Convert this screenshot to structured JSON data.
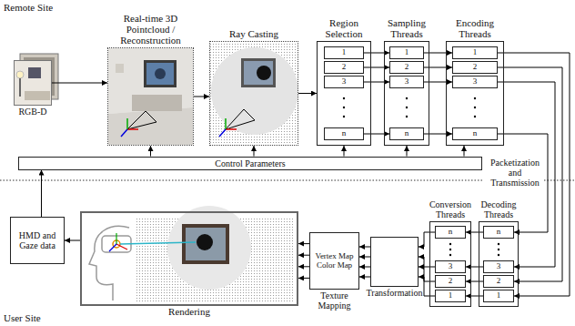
{
  "diagram": {
    "nodes": [
      {
        "text": [
          "RGB-D"
        ]
      },
      {
        "text": [
          "Real-time 3D Pointcloud / Reconstruction"
        ]
      },
      {
        "text": [
          "Ray Casting"
        ]
      },
      {
        "text": [
          "Region Selection"
        ]
      },
      {
        "text": [
          "1"
        ],
        "in": 3
      },
      {
        "text": [
          "2"
        ],
        "in": 3
      },
      {
        "text": [
          "3"
        ],
        "in": 3
      },
      {
        "text": [
          "n"
        ],
        "in": 3
      },
      {
        "text": [
          "Sampling Threads"
        ]
      },
      {
        "text": [
          "1"
        ],
        "in": 8
      },
      {
        "text": [
          "2"
        ],
        "in": 8
      },
      {
        "text": [
          "3"
        ],
        "in": 8
      },
      {
        "text": [
          "n"
        ],
        "in": 8
      },
      {
        "text": [
          "Encoding Threads"
        ]
      },
      {
        "text": [
          "1"
        ],
        "in": 13
      },
      {
        "text": [
          "2"
        ],
        "in": 13
      },
      {
        "text": [
          "3"
        ],
        "in": 13
      },
      {
        "text": [
          "n"
        ],
        "in": 13
      },
      {
        "text": [
          "Control Parameters"
        ]
      },
      {
        "text": [
          "HMD and Gaze data"
        ]
      },
      {
        "text": [
          "Rendering"
        ]
      },
      {
        "text": [
          "Vertex Map",
          "Color Map",
          "Texture Mapping"
        ]
      },
      {
        "text": [
          "Transformation"
        ]
      },
      {
        "text": [
          "Conversion Threads"
        ]
      },
      {
        "text": [
          "n"
        ],
        "in": 23
      },
      {
        "text": [
          "3"
        ],
        "in": 23
      },
      {
        "text": [
          "2"
        ],
        "in": 23
      },
      {
        "text": [
          "1"
        ],
        "in": 23
      },
      {
        "text": [
          "Decoding Threads"
        ]
      },
      {
        "text": [
          "n"
        ],
        "in": 28
      },
      {
        "text": [
          "3"
        ],
        "in": 28
      },
      {
        "text": [
          "2"
        ],
        "in": 28
      },
      {
        "text": [
          "1"
        ],
        "in": 28
      }
    ],
    "edges": [
      {
        "from": 0,
        "to": 1,
        "arrow": "to"
      },
      {
        "from": 1,
        "to": 2,
        "arrow": "to"
      },
      {
        "from": 2,
        "to": 3,
        "arrow": "to"
      },
      {
        "from": 4,
        "to": 9,
        "arrow": "to"
      },
      {
        "from": 5,
        "to": 10,
        "arrow": "to"
      },
      {
        "from": 6,
        "to": 11,
        "arrow": "to"
      },
      {
        "from": 7,
        "to": 12,
        "arrow": "to"
      },
      {
        "from": 9,
        "to": 14,
        "arrow": "to"
      },
      {
        "from": 10,
        "to": 15,
        "arrow": "to"
      },
      {
        "from": 11,
        "to": 16,
        "arrow": "to"
      },
      {
        "from": 12,
        "to": 17,
        "arrow": "to"
      },
      {
        "from": 14,
        "to": 32,
        "arrow": "to"
      },
      {
        "from": 15,
        "to": 31,
        "arrow": "to"
      },
      {
        "from": 16,
        "to": 30,
        "arrow": "to"
      },
      {
        "from": 17,
        "to": 29,
        "arrow": "to"
      },
      {
        "from": 29,
        "to": 24,
        "arrow": "to"
      },
      {
        "from": 30,
        "to": 25,
        "arrow": "to"
      },
      {
        "from": 31,
        "to": 26,
        "arrow": "to"
      },
      {
        "from": 32,
        "to": 27,
        "arrow": "to"
      },
      {
        "from": 24,
        "to": 22,
        "arrow": "to"
      },
      {
        "from": 25,
        "to": 22,
        "arrow": "to"
      },
      {
        "from": 26,
        "to": 22,
        "arrow": "to"
      },
      {
        "from": 27,
        "to": 22,
        "arrow": "to"
      },
      {
        "from": 22,
        "to": 21,
        "arrow": "to"
      },
      {
        "from": 22,
        "to": 21,
        "arrow": "to"
      },
      {
        "from": 22,
        "to": 21,
        "arrow": "to"
      },
      {
        "from": 22,
        "to": 21,
        "arrow": "to"
      },
      {
        "from": 21,
        "to": 20,
        "arrow": "to"
      },
      {
        "from": 21,
        "to": 20,
        "arrow": "to"
      },
      {
        "from": 21,
        "to": 20,
        "arrow": "to"
      },
      {
        "from": 21,
        "to": 20,
        "arrow": "to"
      },
      {
        "from": 20,
        "to": 19,
        "arrow": "to"
      },
      {
        "from": 19,
        "to": 18,
        "arrow": "to"
      },
      {
        "from": 18,
        "to": 1,
        "arrow": "to"
      },
      {
        "from": 18,
        "to": 2,
        "arrow": "to"
      },
      {
        "from": 18,
        "to": 3,
        "arrow": "to"
      },
      {
        "from": 18,
        "to": 8,
        "arrow": "to"
      },
      {
        "from": 18,
        "to": 13,
        "arrow": "to"
      }
    ],
    "labels": [
      "Remote Site",
      "Packetization and Transmission",
      "User Site"
    ]
  }
}
